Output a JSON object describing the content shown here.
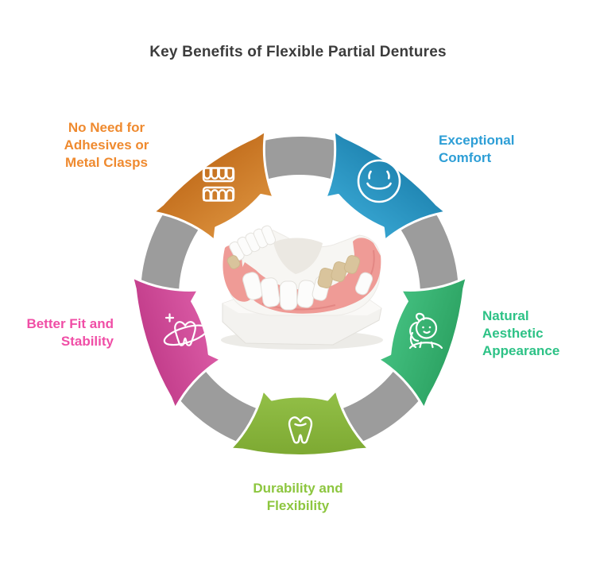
{
  "title": {
    "text": "Key Benefits of Flexible Partial Dentures",
    "color": "#3c3c3c"
  },
  "colors": {
    "background": "#ffffff",
    "ring": "#9c9c9c",
    "icon_white": "#ffffff"
  },
  "benefits": [
    {
      "id": "no-adhesives",
      "icon": "dentures-icon",
      "label_lines": [
        "No Need for",
        "Adhesives or",
        "Metal Clasps"
      ],
      "badge_color_light": "#da8f3b",
      "badge_color_dark": "#c26d1c",
      "text_color": "#ef8a2f"
    },
    {
      "id": "exceptional-comfort",
      "icon": "smiley-face-icon",
      "label_lines": [
        "Exceptional",
        "Comfort"
      ],
      "badge_color_light": "#38a6d2",
      "badge_color_dark": "#1e83b0",
      "text_color": "#2d9ed6"
    },
    {
      "id": "natural-aesthetic-appearance",
      "icon": "woman-face-icon",
      "label_lines": [
        "Natural",
        "Aesthetic",
        "Appearance"
      ],
      "badge_color_light": "#45c282",
      "badge_color_dark": "#2ba161",
      "text_color": "#2dc286"
    },
    {
      "id": "durability-flexibility",
      "icon": "tooth-icon",
      "label_lines": [
        "Durability and",
        "Flexibility"
      ],
      "badge_color_light": "#95c24a",
      "badge_color_dark": "#7aa62f",
      "text_color": "#8dc63f"
    },
    {
      "id": "better-fit-stability",
      "icon": "tooth-orbit-plus-icon",
      "label_lines": [
        "Better Fit and",
        "Stability"
      ],
      "badge_color_light": "#dc5da7",
      "badge_color_dark": "#c03a88",
      "text_color": "#f04ea6"
    }
  ],
  "center_model": {
    "description": "Dental cast model with flexible partial denture",
    "shadow_color": "#ecebe7",
    "base_color": "#f3f2ef",
    "base_top_color": "#faf9f7",
    "cast_color": "#f7f6f3",
    "inner_color": "#ebe8e2",
    "gum_color": "#ef9b96",
    "gum_shadow_color": "#de7f7c",
    "teeth_color": "#fcfcfb",
    "molar_color": "#d9c49c"
  }
}
